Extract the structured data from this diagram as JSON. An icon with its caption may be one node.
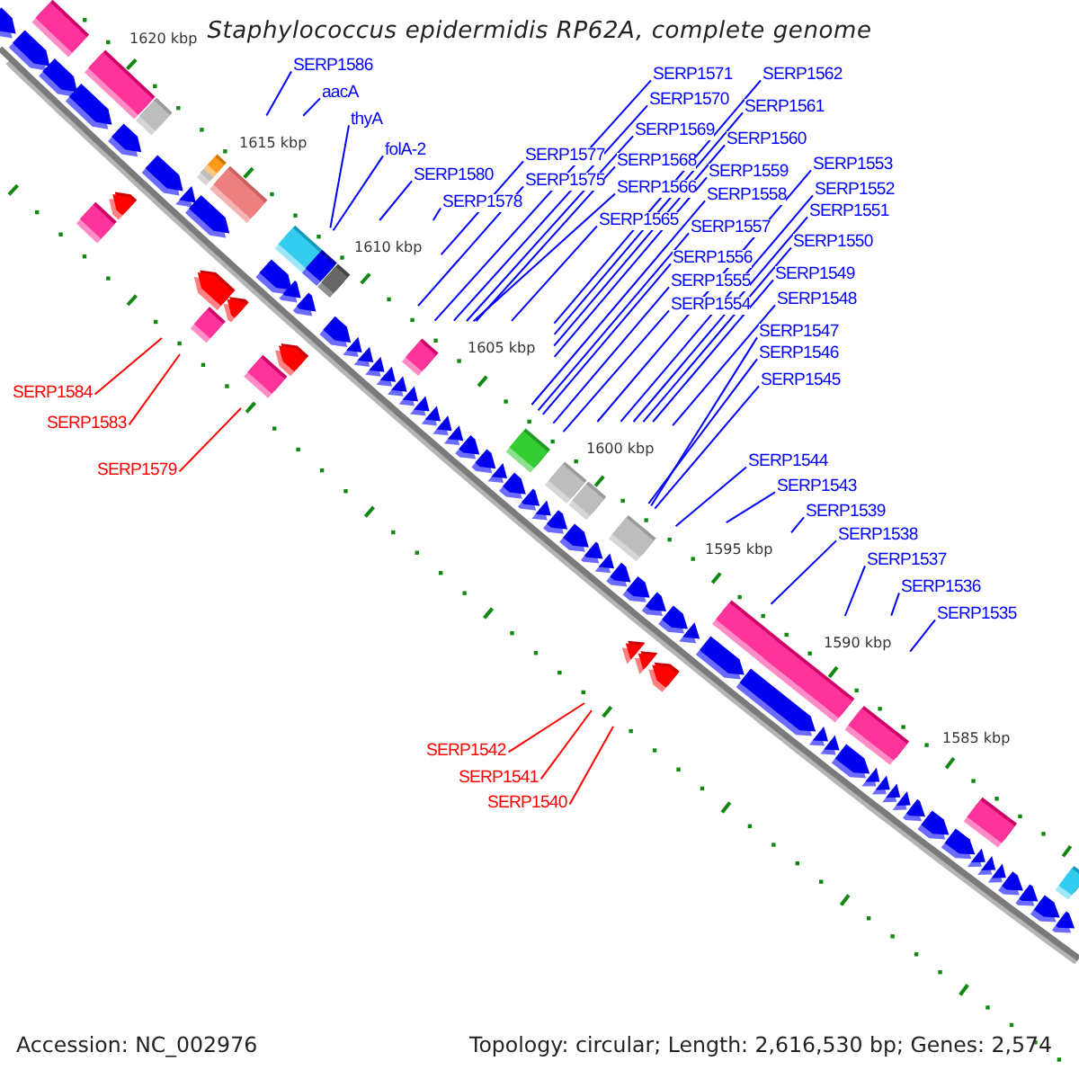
{
  "diagram": {
    "title": "Staphylococcus epidermidis RP62A, complete genome",
    "nodes": [
      {
        "text": [
          "SERP1586"
        ]
      },
      {
        "text": [
          "aacA"
        ]
      },
      {
        "text": [
          "thyA"
        ]
      },
      {
        "text": [
          "folA-2"
        ]
      },
      {
        "text": [
          "SERP1580"
        ]
      },
      {
        "text": [
          "SERP1578"
        ]
      },
      {
        "text": [
          "SERP1577"
        ]
      },
      {
        "text": [
          "SERP1575"
        ]
      },
      {
        "text": [
          "SERP1571"
        ]
      },
      {
        "text": [
          "SERP1570"
        ]
      },
      {
        "text": [
          "SERP1569"
        ]
      },
      {
        "text": [
          "SERP1568"
        ]
      },
      {
        "text": [
          "SERP1566"
        ]
      },
      {
        "text": [
          "SERP1565"
        ]
      },
      {
        "text": [
          "SERP1562"
        ]
      },
      {
        "text": [
          "SERP1561"
        ]
      },
      {
        "text": [
          "SERP1560"
        ]
      },
      {
        "text": [
          "SERP1559"
        ]
      },
      {
        "text": [
          "SERP1558"
        ]
      },
      {
        "text": [
          "SERP1557"
        ]
      },
      {
        "text": [
          "SERP1556"
        ]
      },
      {
        "text": [
          "SERP1555"
        ]
      },
      {
        "text": [
          "SERP1554"
        ]
      },
      {
        "text": [
          "SERP1553"
        ]
      },
      {
        "text": [
          "SERP1552"
        ]
      },
      {
        "text": [
          "SERP1551"
        ]
      },
      {
        "text": [
          "SERP1550"
        ]
      },
      {
        "text": [
          "SERP1549"
        ]
      },
      {
        "text": [
          "SERP1548"
        ]
      },
      {
        "text": [
          "SERP1547"
        ]
      },
      {
        "text": [
          "SERP1546"
        ]
      },
      {
        "text": [
          "SERP1545"
        ]
      },
      {
        "text": [
          "SERP1544"
        ]
      },
      {
        "text": [
          "SERP1543"
        ]
      },
      {
        "text": [
          "SERP1539"
        ]
      },
      {
        "text": [
          "SERP1538"
        ]
      },
      {
        "text": [
          "SERP1537"
        ]
      },
      {
        "text": [
          "SERP1536"
        ]
      },
      {
        "text": [
          "SERP1535"
        ]
      },
      {
        "text": [
          "SERP1584"
        ]
      },
      {
        "text": [
          "SERP1583"
        ]
      },
      {
        "text": [
          "SERP1579"
        ]
      },
      {
        "text": [
          "SERP1542"
        ]
      },
      {
        "text": [
          "SERP1541"
        ]
      },
      {
        "text": [
          "SERP1540"
        ]
      }
    ],
    "edges": [
      {
        "from": 0,
        "to": null,
        "arrow": "none"
      },
      {
        "from": 1,
        "to": null,
        "arrow": "none"
      },
      {
        "from": 2,
        "to": null,
        "arrow": "none"
      },
      {
        "from": 3,
        "to": null,
        "arrow": "none"
      },
      {
        "from": 4,
        "to": null,
        "arrow": "none"
      },
      {
        "from": 5,
        "to": null,
        "arrow": "none"
      },
      {
        "from": 6,
        "to": null,
        "arrow": "none"
      },
      {
        "from": 7,
        "to": null,
        "arrow": "none"
      },
      {
        "from": 8,
        "to": null,
        "arrow": "none"
      },
      {
        "from": 9,
        "to": null,
        "arrow": "none"
      },
      {
        "from": 10,
        "to": null,
        "arrow": "none"
      },
      {
        "from": 11,
        "to": null,
        "arrow": "none"
      },
      {
        "from": 12,
        "to": null,
        "arrow": "none"
      },
      {
        "from": 13,
        "to": null,
        "arrow": "none"
      },
      {
        "from": 14,
        "to": null,
        "arrow": "none"
      },
      {
        "from": 15,
        "to": null,
        "arrow": "none"
      },
      {
        "from": 16,
        "to": null,
        "arrow": "none"
      },
      {
        "from": 17,
        "to": null,
        "arrow": "none"
      },
      {
        "from": 18,
        "to": null,
        "arrow": "none"
      },
      {
        "from": 19,
        "to": null,
        "arrow": "none"
      },
      {
        "from": 20,
        "to": null,
        "arrow": "none"
      },
      {
        "from": 21,
        "to": null,
        "arrow": "none"
      },
      {
        "from": 22,
        "to": null,
        "arrow": "none"
      },
      {
        "from": 23,
        "to": null,
        "arrow": "none"
      },
      {
        "from": 24,
        "to": null,
        "arrow": "none"
      },
      {
        "from": 25,
        "to": null,
        "arrow": "none"
      },
      {
        "from": 26,
        "to": null,
        "arrow": "none"
      },
      {
        "from": 27,
        "to": null,
        "arrow": "none"
      },
      {
        "from": 28,
        "to": null,
        "arrow": "none"
      },
      {
        "from": 29,
        "to": null,
        "arrow": "none"
      },
      {
        "from": 30,
        "to": null,
        "arrow": "none"
      },
      {
        "from": 31,
        "to": null,
        "arrow": "none"
      },
      {
        "from": 32,
        "to": null,
        "arrow": "none"
      },
      {
        "from": 33,
        "to": null,
        "arrow": "none"
      },
      {
        "from": 34,
        "to": null,
        "arrow": "none"
      },
      {
        "from": 35,
        "to": null,
        "arrow": "none"
      },
      {
        "from": 36,
        "to": null,
        "arrow": "none"
      },
      {
        "from": 37,
        "to": null,
        "arrow": "none"
      },
      {
        "from": 38,
        "to": null,
        "arrow": "none"
      },
      {
        "from": 39,
        "to": null,
        "arrow": "none",
        "color": "#ff0000"
      },
      {
        "from": 40,
        "to": null,
        "arrow": "none",
        "color": "#ff0000"
      },
      {
        "from": 41,
        "to": null,
        "arrow": "none",
        "color": "#ff0000"
      },
      {
        "from": 42,
        "to": null,
        "arrow": "none",
        "color": "#ff0000"
      },
      {
        "from": 43,
        "to": null,
        "arrow": "none",
        "color": "#ff0000"
      },
      {
        "from": 44,
        "to": null,
        "arrow": "none",
        "color": "#ff0000"
      }
    ],
    "labels": [
      "1620 kbp",
      "1615 kbp",
      "1610 kbp",
      "1605 kbp",
      "1600 kbp",
      "1595 kbp",
      "1590 kbp",
      "1585 kbp",
      "Accession: NC_002976",
      "Topology: circular; Length: 2,616,530 bp; Genes: 2,574"
    ]
  }
}
